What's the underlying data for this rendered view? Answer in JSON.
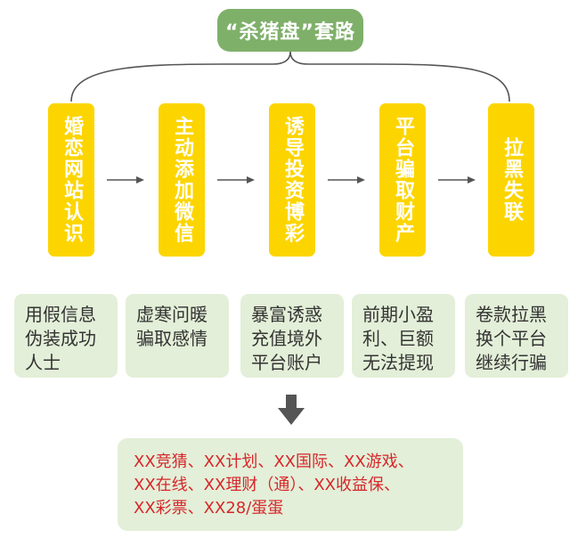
{
  "title": "“杀猪盘”套路",
  "steps": [
    {
      "label": "婚恋网站认识",
      "desc": "用假信息伪装成功人士"
    },
    {
      "label": "主动添加微信",
      "desc": "虚寒问暖骗取感情"
    },
    {
      "label": "诱导投资博彩",
      "desc": "暴富诱惑充值境外平台账户"
    },
    {
      "label": "平台骗取财产",
      "desc": "前期小盈利、巨额无法提现"
    },
    {
      "label": "拉黑失联",
      "desc": "卷款拉黑换个平台继续行骗"
    }
  ],
  "result": {
    "lines": [
      "XX竞猜、XX计划、XX国际、XX游戏、",
      "XX在线、XX理财（通）、XX收益保、",
      "XX彩票、XX28/蛋蛋"
    ]
  },
  "colors": {
    "title_bg": "#7fb06a",
    "step_bg": "#fcd500",
    "desc_bg": "#e3efd8",
    "result_text": "#d7262a",
    "arrow": "#555555"
  }
}
